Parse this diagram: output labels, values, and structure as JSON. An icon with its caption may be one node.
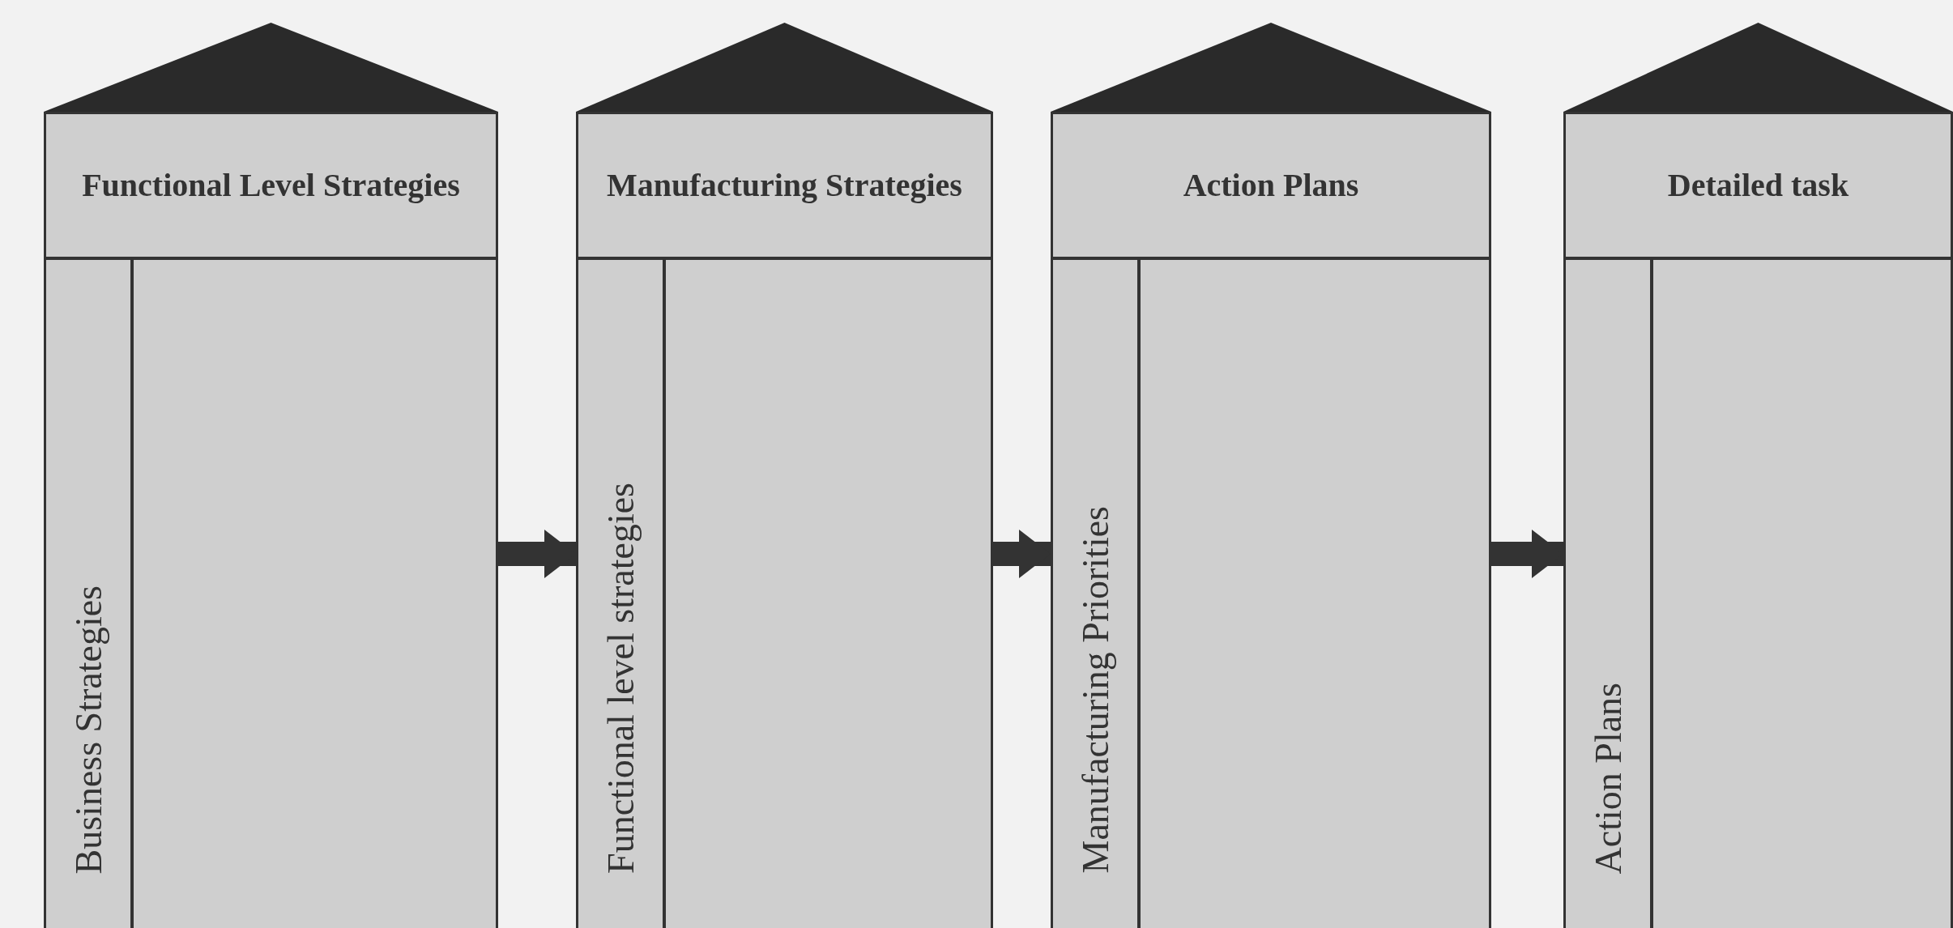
{
  "diagram": {
    "nodes": [
      {
        "text": [
          "Functional Level Strategies"
        ]
      },
      {
        "text": [
          "Business Strategies"
        ],
        "in": 0
      },
      {
        "text": [
          "Manufacturing Strategies"
        ]
      },
      {
        "text": [
          "Functional level strategies"
        ],
        "in": 2
      },
      {
        "text": [
          "Action Plans"
        ]
      },
      {
        "text": [
          "Manufacturing Priorities"
        ],
        "in": 4
      },
      {
        "text": [
          "Detailed task"
        ]
      },
      {
        "text": [
          "Action Plans"
        ],
        "in": 6
      },
      {
        "text": [],
        "shape": "triangle"
      },
      {
        "text": [],
        "shape": "triangle"
      },
      {
        "text": [],
        "shape": "triangle"
      },
      {
        "text": [],
        "shape": "triangle"
      }
    ],
    "edges": [
      {
        "from": 0,
        "to": 2,
        "arrow": "to"
      },
      {
        "from": 2,
        "to": 4,
        "arrow": "to"
      },
      {
        "from": 4,
        "to": 6,
        "arrow": "to"
      }
    ]
  }
}
